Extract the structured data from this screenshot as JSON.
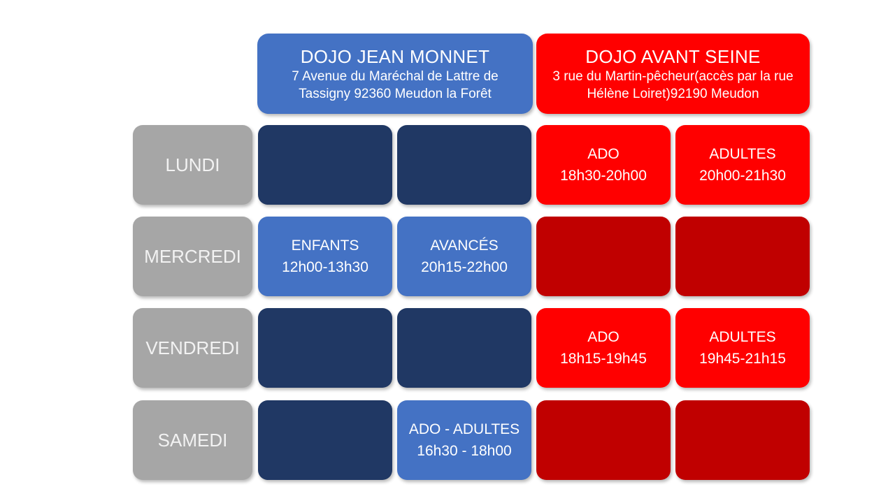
{
  "headers": {
    "jean_monnet": {
      "title": "DOJO JEAN MONNET",
      "address": "7 Avenue du Maréchal de Lattre de Tassigny 92360 Meudon la Forêt",
      "color": "#4472c4"
    },
    "avant_seine": {
      "title": "DOJO AVANT SEINE",
      "address": "3 rue du Martin-pêcheur(accès par la rue Hélène Loiret)92190 Meudon",
      "color": "#ff0000"
    }
  },
  "days": [
    "LUNDI",
    "MERCREDI",
    "VENDREDI",
    "SAMEDI"
  ],
  "colors": {
    "day": "#a6a6a6",
    "blue_active": "#4472c4",
    "blue_empty": "#203864",
    "red_active": "#ff0000",
    "red_empty": "#c00000"
  },
  "schedule": {
    "lundi": {
      "avant_seine_1": {
        "group": "ADO",
        "time": "18h30-20h00"
      },
      "avant_seine_2": {
        "group": "ADULTES",
        "time": "20h00-21h30"
      }
    },
    "mercredi": {
      "jean_monnet_1": {
        "group": "ENFANTS",
        "time": "12h00-13h30"
      },
      "jean_monnet_2": {
        "group": "AVANCÉS",
        "time": "20h15-22h00"
      }
    },
    "vendredi": {
      "avant_seine_1": {
        "group": "ADO",
        "time": "18h15-19h45"
      },
      "avant_seine_2": {
        "group": "ADULTES",
        "time": "19h45-21h15"
      }
    },
    "samedi": {
      "jean_monnet_2": {
        "group": "ADO - ADULTES",
        "time": "16h30 - 18h00"
      }
    }
  }
}
